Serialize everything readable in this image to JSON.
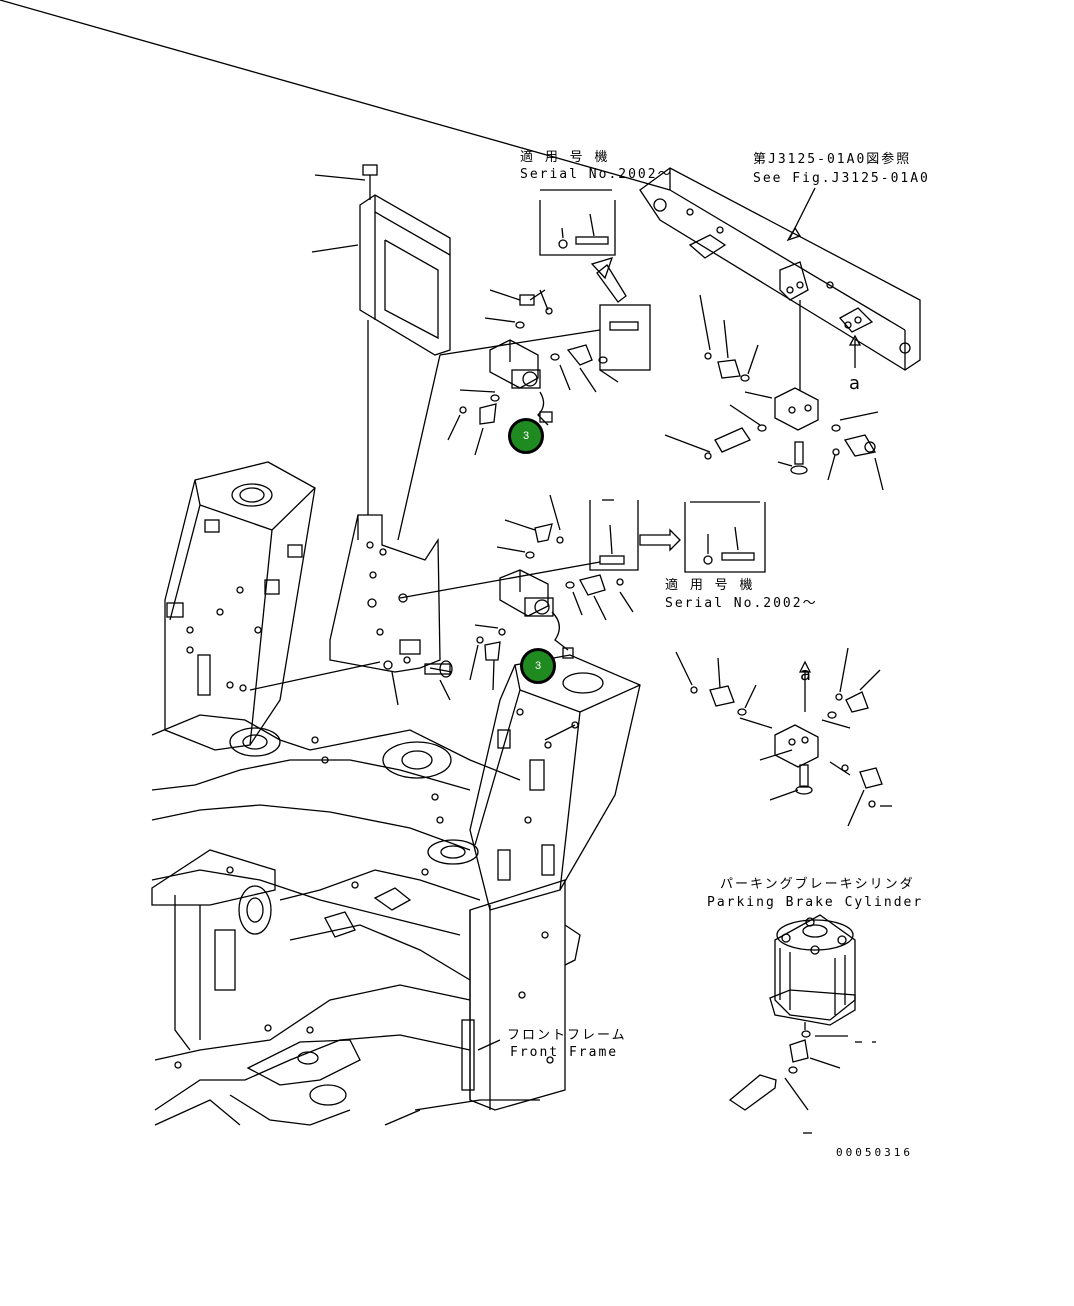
{
  "labels": {
    "serial_top_jp": "適 用 号 機",
    "serial_top_en": "Serial No.2002～",
    "see_fig_jp": "第J3125-01A0図参照",
    "see_fig_en": "See Fig.J3125-01A0",
    "serial_mid_jp": "適 用 号 機",
    "serial_mid_en": "Serial No.2002～",
    "parking_jp": "パーキングブレーキシリンダ",
    "parking_en": "Parking Brake Cylinder",
    "front_frame_jp": "フロントフレーム",
    "front_frame_en": "Front Frame",
    "letter_a_top": "a",
    "letter_a_mid": "a",
    "drawing_number": "00050316"
  },
  "callouts": [
    {
      "id": "callout-upper",
      "number": "3"
    },
    {
      "id": "callout-lower",
      "number": "3"
    }
  ],
  "colors": {
    "callout_fill": "#1f8a1f",
    "line": "#000000",
    "background": "#ffffff"
  }
}
